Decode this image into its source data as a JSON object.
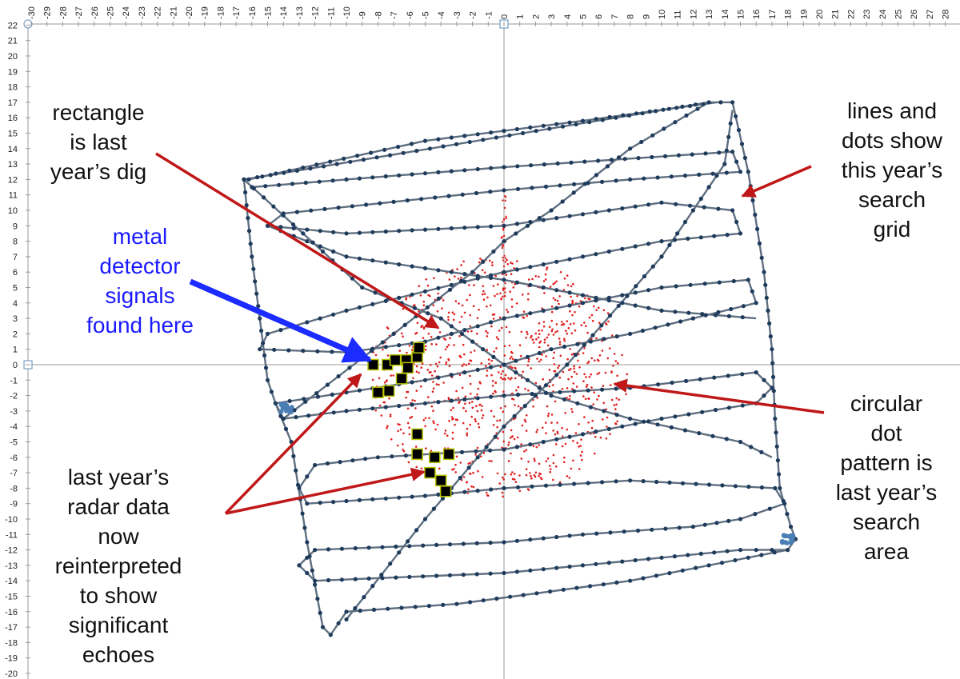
{
  "chart_data": {
    "type": "scatter",
    "title": "",
    "xlabel": "",
    "ylabel": "",
    "xlim": [
      -31,
      29
    ],
    "ylim": [
      -20,
      22
    ],
    "grid": false,
    "legend": "none",
    "x_ticks": [
      -30,
      -29,
      -28,
      -27,
      -26,
      -25,
      -24,
      -23,
      -22,
      -21,
      -20,
      -19,
      -18,
      -17,
      -16,
      -15,
      -14,
      -13,
      -12,
      -11,
      -10,
      -9,
      -8,
      -7,
      -6,
      -5,
      -4,
      -3,
      -2,
      -1,
      0,
      1,
      2,
      3,
      4,
      5,
      6,
      7,
      8,
      9,
      10,
      11,
      12,
      13,
      14,
      15,
      16,
      17,
      18,
      19,
      20,
      21,
      22,
      23,
      24,
      25,
      26,
      27,
      28
    ],
    "y_ticks": [
      22,
      21,
      20,
      19,
      18,
      17,
      16,
      15,
      14,
      13,
      12,
      11,
      10,
      9,
      8,
      7,
      6,
      5,
      4,
      3,
      2,
      1,
      0,
      -1,
      -2,
      -3,
      -4,
      -5,
      -6,
      -7,
      -8,
      -9,
      -10,
      -11,
      -12,
      -13,
      -14,
      -15,
      -16,
      -17,
      -18,
      -19,
      -20
    ],
    "colors": {
      "grid_path": "#5f6f80",
      "grid_dots": "#1f3b5c",
      "cluster_dots": "#4a7fb5",
      "radar_dots": "#e02020",
      "echo_fill": "#000000",
      "echo_border": "#b8c400",
      "red_arrow": "#c01818",
      "blue_arrow": "#1c2bff",
      "axis": "#9a9a9a"
    },
    "series": [
      {
        "type": "line",
        "points": [
          [
            -16.5,
            12
          ],
          [
            13,
            17
          ],
          [
            14.5,
            17
          ],
          [
            15.5,
            12.5
          ],
          [
            16.5,
            6
          ],
          [
            17,
            1
          ],
          [
            17.2,
            -3.5
          ],
          [
            17.5,
            -8
          ],
          [
            18.2,
            -10.5
          ],
          [
            18.5,
            -11.3
          ],
          [
            18,
            -12
          ],
          [
            8,
            -14
          ],
          [
            -3,
            -15.5
          ],
          [
            -10,
            -16
          ],
          [
            -11,
            -17.5
          ],
          [
            -11.5,
            -17
          ],
          [
            -12.5,
            -11.5
          ],
          [
            -13.5,
            -5
          ],
          [
            -14.5,
            -2.5
          ],
          [
            -15,
            -1
          ],
          [
            -15.5,
            3
          ],
          [
            -16,
            7
          ],
          [
            -16.5,
            12
          ]
        ]
      },
      {
        "type": "line",
        "points": [
          [
            -16.2,
            12
          ],
          [
            -5,
            14.5
          ],
          [
            5,
            15.8
          ],
          [
            13.5,
            17
          ]
        ]
      },
      {
        "type": "line",
        "points": [
          [
            -16,
            11.5
          ],
          [
            -10,
            12
          ],
          [
            0,
            12.8
          ],
          [
            14.5,
            13.8
          ],
          [
            15,
            12.5
          ],
          [
            8,
            12
          ],
          [
            0,
            11.3
          ],
          [
            -14,
            9.8
          ],
          [
            -15,
            9
          ],
          [
            -10,
            8.5
          ],
          [
            0,
            9
          ],
          [
            10,
            10.5
          ],
          [
            14.5,
            10
          ],
          [
            15,
            8.5
          ],
          [
            10,
            8
          ],
          [
            0,
            6
          ],
          [
            -10,
            3.5
          ],
          [
            -15,
            2
          ],
          [
            -15.5,
            1
          ],
          [
            -10,
            0.8
          ],
          [
            -5,
            1.5
          ],
          [
            0,
            3
          ],
          [
            10,
            5
          ],
          [
            15.5,
            5.5
          ],
          [
            16,
            4
          ],
          [
            12,
            3
          ],
          [
            8,
            2
          ],
          [
            3,
            1
          ],
          [
            0,
            0
          ],
          [
            -5,
            -1
          ],
          [
            -10,
            -1.8
          ],
          [
            -14.5,
            -2.5
          ],
          [
            -14,
            -3.5
          ],
          [
            -10,
            -3
          ],
          [
            0,
            -2
          ],
          [
            8,
            -1.5
          ],
          [
            16,
            -0.5
          ],
          [
            17,
            -1.5
          ],
          [
            16,
            -2.5
          ],
          [
            10,
            -3.5
          ],
          [
            5,
            -4.5
          ],
          [
            0,
            -5.5
          ],
          [
            -8,
            -6
          ],
          [
            -12,
            -6.5
          ],
          [
            -13,
            -8
          ],
          [
            -12.5,
            -9
          ],
          [
            -5,
            -8.5
          ],
          [
            0,
            -8
          ],
          [
            8,
            -7.5
          ],
          [
            17.2,
            -8
          ],
          [
            17.8,
            -9
          ],
          [
            15,
            -10
          ],
          [
            12,
            -10.5
          ],
          [
            5,
            -11
          ],
          [
            0,
            -11.5
          ],
          [
            -12,
            -12
          ],
          [
            -13,
            -13
          ],
          [
            -12,
            -14
          ],
          [
            0,
            -13.5
          ],
          [
            10,
            -12.5
          ],
          [
            15,
            -12
          ],
          [
            18,
            -12
          ]
        ]
      },
      {
        "type": "line",
        "points": [
          [
            -16.5,
            12
          ],
          [
            -9,
            5
          ],
          [
            -4,
            3
          ],
          [
            0,
            0
          ],
          [
            3,
            -2
          ],
          [
            8,
            -3.5
          ],
          [
            15,
            -5
          ],
          [
            17,
            -6
          ]
        ]
      },
      {
        "type": "line",
        "points": [
          [
            -14,
            -3.5
          ],
          [
            -7,
            2
          ],
          [
            -2,
            6
          ],
          [
            0,
            8
          ],
          [
            3,
            10
          ],
          [
            8,
            14
          ],
          [
            13,
            17
          ]
        ]
      },
      {
        "type": "line",
        "points": [
          [
            -10,
            -16.5
          ],
          [
            -5,
            -10
          ],
          [
            0,
            -4
          ],
          [
            4,
            0
          ],
          [
            10,
            7
          ],
          [
            14,
            13
          ],
          [
            14.5,
            16.5
          ]
        ]
      },
      {
        "type": "line",
        "points": [
          [
            -15,
            9
          ],
          [
            -10,
            7
          ],
          [
            0,
            5.5
          ],
          [
            10,
            3.5
          ],
          [
            16,
            3
          ]
        ]
      }
    ],
    "echo_boxes": [
      [
        -8.3,
        0
      ],
      [
        -7.4,
        0
      ],
      [
        -6.9,
        0.3
      ],
      [
        -6.2,
        0.3
      ],
      [
        -5.5,
        0.5
      ],
      [
        -8,
        -1.8
      ],
      [
        -7.3,
        -1.7
      ],
      [
        -6.5,
        -0.9
      ],
      [
        -5.4,
        1.1
      ],
      [
        -6.1,
        -0.2
      ],
      [
        -5.5,
        -4.5
      ],
      [
        -5.5,
        -5.8
      ],
      [
        -4.4,
        -6
      ],
      [
        -3.5,
        -5.8
      ],
      [
        -4.7,
        -7
      ],
      [
        -4,
        -7.5
      ],
      [
        -3.7,
        -8.2
      ]
    ],
    "annotations": {
      "rectangle": [
        "rectangle",
        "is last",
        "year’s dig"
      ],
      "metal": [
        "metal",
        "detector",
        "signals",
        "found here"
      ],
      "lines_dots": [
        "lines and",
        "dots show",
        "this year’s",
        "search",
        "grid"
      ],
      "circular": [
        "circular",
        "dot",
        "pattern is",
        "last year’s",
        "search",
        "area"
      ],
      "radar": [
        "last year’s",
        "radar data",
        "now",
        "reinterpreted",
        "to show",
        "significant",
        "echoes"
      ]
    }
  }
}
